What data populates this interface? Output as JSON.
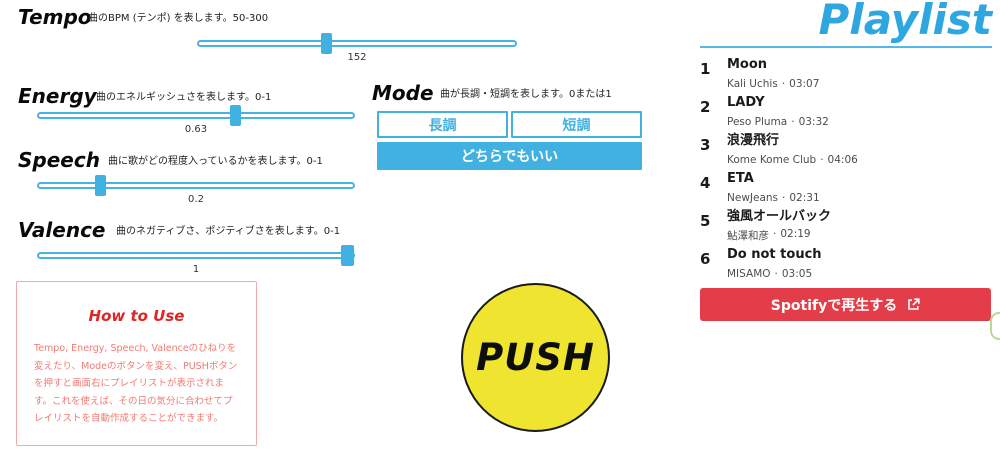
{
  "colors": {
    "accent_blue": "#41b1e1",
    "playlist_blue": "#2ea7e0",
    "danger_red": "#e23d49",
    "howto_title_red": "#e02525",
    "howto_body_red": "#f27a72",
    "howto_border_pink": "#f2a9a9",
    "push_yellow": "#efe42f",
    "edge_stub_green": "#b9d795"
  },
  "sliders": [
    {
      "name": "Tempo",
      "description": "曲のBPM (テンポ) を表します。50-300",
      "value": "152"
    },
    {
      "name": "Energy",
      "description": "曲のエネルギッシュさを表します。0-1",
      "value": "0.63"
    },
    {
      "name": "Speech",
      "description": "曲に歌がどの程度入っているかを表します。0-1",
      "value": "0.2"
    },
    {
      "name": "Valence",
      "description": "曲のネガティブさ、ポジティブさを表します。0-1",
      "value": "1"
    }
  ],
  "mode": {
    "name": "Mode",
    "description": "曲が長調・短調を表します。0または1",
    "major_label": "長調",
    "minor_label": "短調",
    "either_label": "どちらでもいい"
  },
  "how_to_use": {
    "title": "How to Use",
    "body": "Tempo, Energy, Speech, Valenceのひねりを変えたり、Modeのボタンを変え、PUSHボタンを押すと画面右にプレイリストが表示されます。これを使えば、その日の気分に合わせてプレイリストを自動作成することができます。"
  },
  "push_button": {
    "label": "PUSH"
  },
  "playlist": {
    "title": "Playlist",
    "separator": "·",
    "tracks": [
      {
        "number": "1",
        "title": "Moon",
        "artist": "Kali Uchis",
        "duration": "03:07"
      },
      {
        "number": "2",
        "title": "LADY",
        "artist": "Peso Pluma",
        "duration": "03:32"
      },
      {
        "number": "3",
        "title": "浪漫飛行",
        "artist": "Kome Kome Club",
        "duration": "04:06"
      },
      {
        "number": "4",
        "title": "ETA",
        "artist": "NewJeans",
        "duration": "02:31"
      },
      {
        "number": "5",
        "title": "強風オールバック",
        "artist": "鮎澤和彦",
        "duration": "02:19"
      },
      {
        "number": "6",
        "title": "Do not touch",
        "artist": "MISAMO",
        "duration": "03:05"
      }
    ],
    "spotify_button": {
      "label": "Spotifyで再生する"
    }
  }
}
